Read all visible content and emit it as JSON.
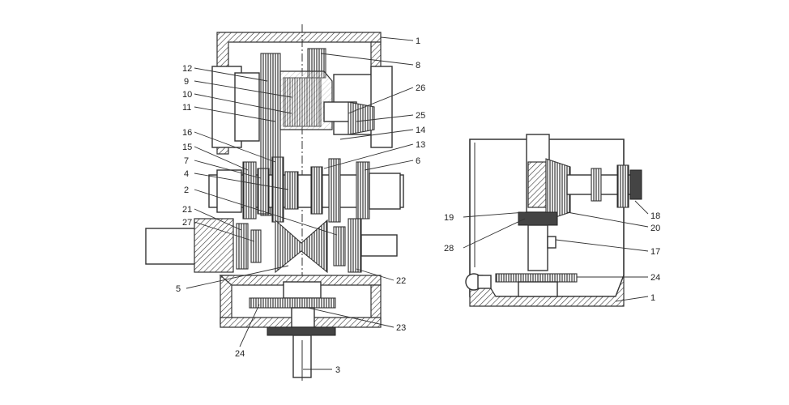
{
  "left_view": {
    "callouts": [
      {
        "id": "1",
        "label": "1"
      },
      {
        "id": "8",
        "label": "8"
      },
      {
        "id": "12",
        "label": "12"
      },
      {
        "id": "9",
        "label": "9"
      },
      {
        "id": "26",
        "label": "26"
      },
      {
        "id": "10",
        "label": "10"
      },
      {
        "id": "11",
        "label": "11"
      },
      {
        "id": "25",
        "label": "25"
      },
      {
        "id": "14",
        "label": "14"
      },
      {
        "id": "16",
        "label": "16"
      },
      {
        "id": "13",
        "label": "13"
      },
      {
        "id": "15",
        "label": "15"
      },
      {
        "id": "7",
        "label": "7"
      },
      {
        "id": "6",
        "label": "6"
      },
      {
        "id": "4",
        "label": "4"
      },
      {
        "id": "2",
        "label": "2"
      },
      {
        "id": "21",
        "label": "21"
      },
      {
        "id": "27",
        "label": "27"
      },
      {
        "id": "5",
        "label": "5"
      },
      {
        "id": "22",
        "label": "22"
      },
      {
        "id": "23",
        "label": "23"
      },
      {
        "id": "24",
        "label": "24"
      },
      {
        "id": "3",
        "label": "3"
      }
    ]
  },
  "right_view": {
    "callouts": [
      {
        "id": "19",
        "label": "19"
      },
      {
        "id": "18",
        "label": "18"
      },
      {
        "id": "20",
        "label": "20"
      },
      {
        "id": "28",
        "label": "28"
      },
      {
        "id": "17",
        "label": "17"
      },
      {
        "id": "24",
        "label": "24"
      },
      {
        "id": "1",
        "label": "1"
      }
    ]
  }
}
